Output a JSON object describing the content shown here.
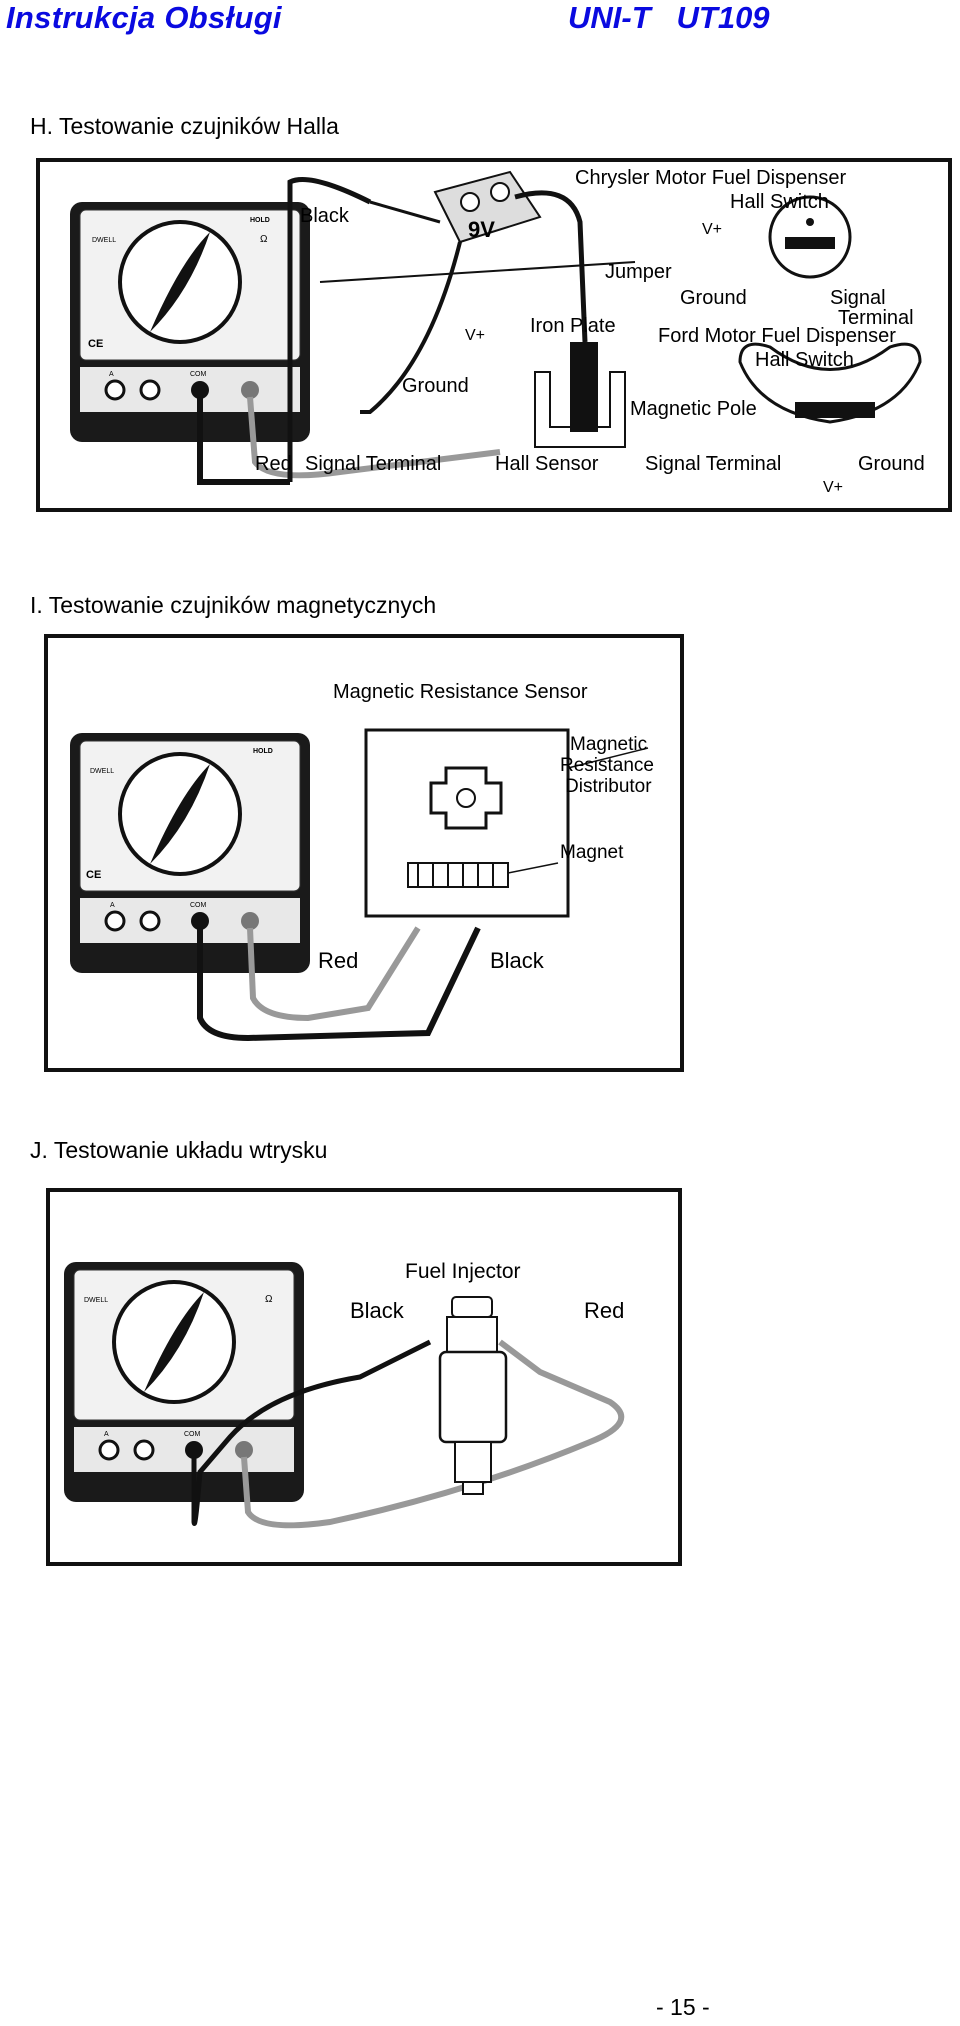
{
  "header": {
    "title_left": "Instrukcja Obsługi",
    "brand": "UNI-T",
    "model": "UT109"
  },
  "sections": [
    {
      "title": "H.  Testowanie czujników Halla",
      "labels": {
        "black": "Black",
        "battery": "9V",
        "chrysler": "Chrysler Motor Fuel Dispenser",
        "hall_switch_top": "Hall Switch",
        "vplus_1": "V+",
        "ground_1": "Ground",
        "signal_terminal_1": "Signal",
        "signal_terminal_1b": "Terminal",
        "jumper": "Jumper",
        "iron_plate": "Iron Plate",
        "vplus_2": "V+",
        "ford": "Ford Motor Fuel Dispenser",
        "hall_switch_bottom": "Hall Switch",
        "ground_2": "Ground",
        "magnetic_pole": "Magnetic Pole",
        "red": "Red",
        "signal_terminal_2": "Signal Terminal",
        "hall_sensor": "Hall Sensor",
        "signal_terminal_3": "Signal Terminal",
        "ground_3": "Ground",
        "vplus_3": "V+"
      }
    },
    {
      "title": "I.  Testowanie czujników magnetycznych",
      "labels": {
        "sensor": "Magnetic Resistance Sensor",
        "distributor_1": "Magnetic",
        "distributor_2": "Resistance",
        "distributor_3": "Distributor",
        "magnet": "Magnet",
        "red": "Red",
        "black": "Black"
      }
    },
    {
      "title": "J.  Testowanie układu wtrysku",
      "labels": {
        "injector": "Fuel Injector",
        "black": "Black",
        "red": "Red"
      }
    }
  ],
  "meter": {
    "hold": "HOLD",
    "dwell": "DWELL",
    "ce": "CE",
    "com": "COM",
    "a_jack": "A",
    "ohm": "Ω"
  },
  "footer": {
    "page": "- 15 -"
  }
}
